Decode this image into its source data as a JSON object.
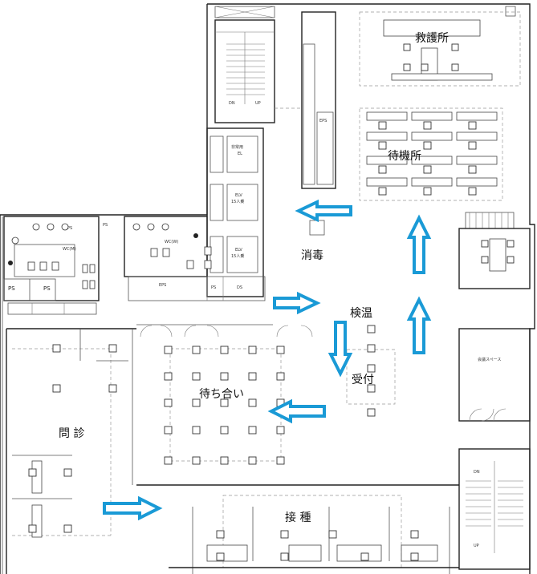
{
  "rooms": {
    "rescue": "救護所",
    "waiting_station": "待機所",
    "disinfection": "消毒",
    "temperature": "検温",
    "reception": "受付",
    "waiting_area": "待ち合い",
    "interview": "問 診",
    "vaccination": "接 種"
  },
  "small_labels": {
    "wc_m": "WC(M)",
    "wc_w": "WC(W)",
    "ps_1": "PS",
    "ps_2": "PS",
    "ps_3": "PS",
    "ps_4": "PS",
    "ps_5": "PS",
    "eps_1": "EPS",
    "eps_2": "EPS",
    "ds": "DS",
    "elv_emergency": "非常用\nEL",
    "elv_1": "ELV\n15人乗",
    "elv_2": "ELV\n15人乗",
    "stair_dn_1": "DN",
    "stair_up_1": "UP",
    "stair_dn_2": "DN",
    "stair_up_2": "UP",
    "corridor_label": "会議スペース"
  },
  "colors": {
    "arrow": "#1a9ad6",
    "wall": "#222222"
  },
  "arrows": [
    {
      "name": "arrow-to-disinfection",
      "direction": "left"
    },
    {
      "name": "arrow-to-temperature",
      "direction": "right"
    },
    {
      "name": "arrow-to-reception",
      "direction": "down"
    },
    {
      "name": "arrow-to-waiting",
      "direction": "left"
    },
    {
      "name": "arrow-to-vaccination",
      "direction": "right"
    },
    {
      "name": "arrow-up-upper",
      "direction": "up"
    },
    {
      "name": "arrow-up-lower",
      "direction": "up"
    }
  ]
}
